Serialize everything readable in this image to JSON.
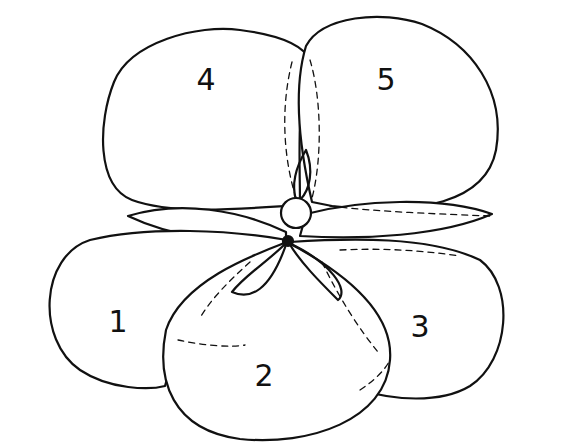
{
  "diagram": {
    "labels": [
      "4",
      "5",
      "1",
      "2",
      "3"
    ]
  }
}
